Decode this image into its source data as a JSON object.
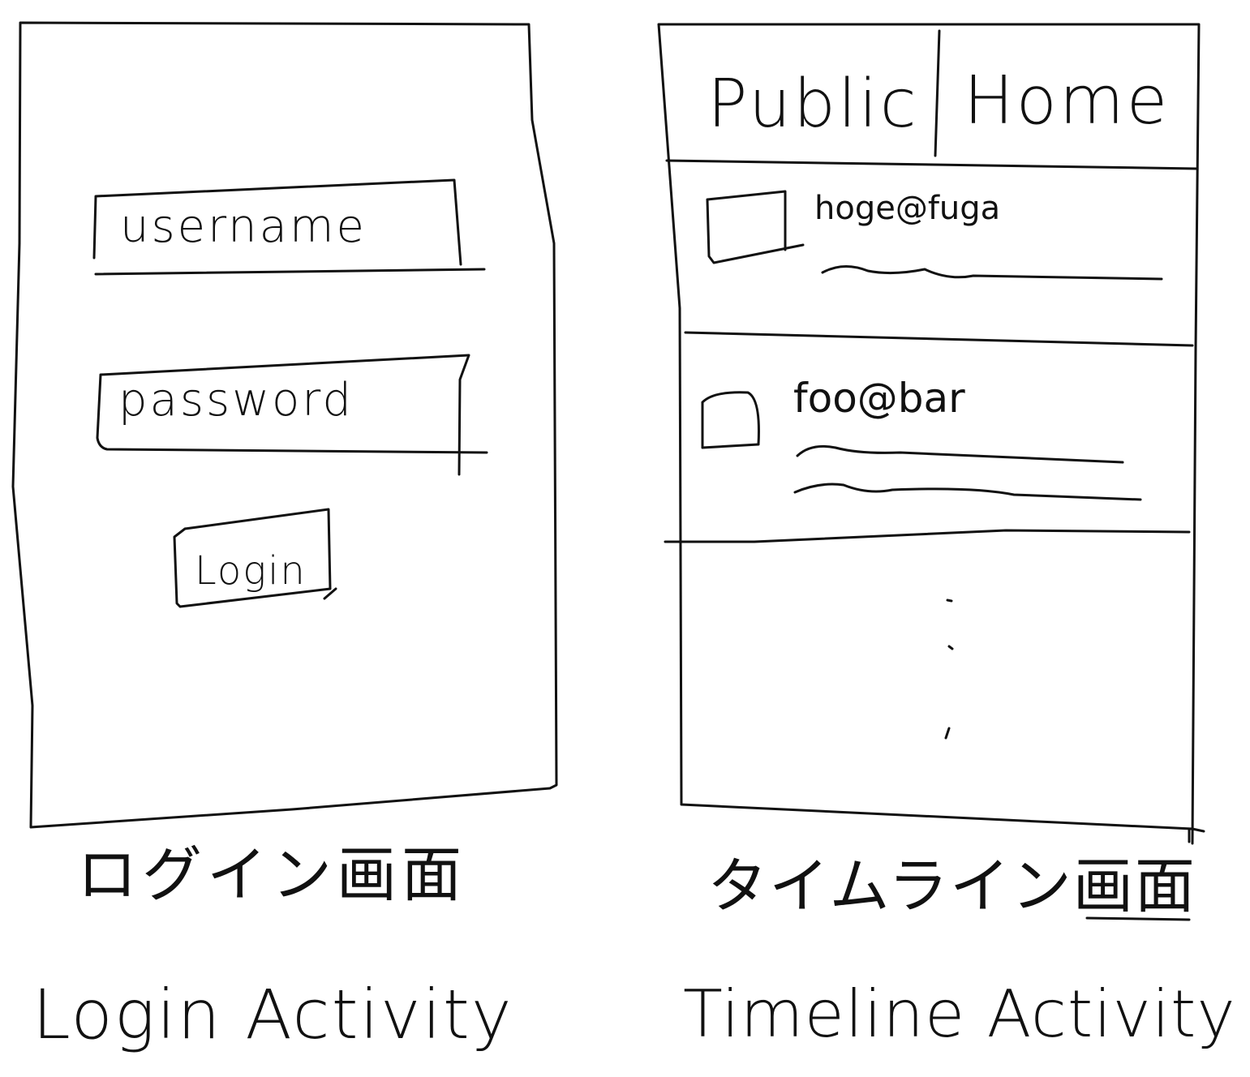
{
  "login_screen": {
    "username_placeholder": "username",
    "password_placeholder": "password",
    "login_button_label": "Login",
    "caption_ja": "ログイン画面",
    "caption_en": "Login Activity"
  },
  "timeline_screen": {
    "tabs": [
      {
        "label": "Public"
      },
      {
        "label": "Home"
      }
    ],
    "posts": [
      {
        "account": "hoge@fuga"
      },
      {
        "account": "foo@bar"
      }
    ],
    "caption_ja": "タイムライン画面",
    "caption_en": "Timeline Activity"
  },
  "style": {
    "ink_color": "#111111",
    "paper_color": "#ffffff"
  }
}
